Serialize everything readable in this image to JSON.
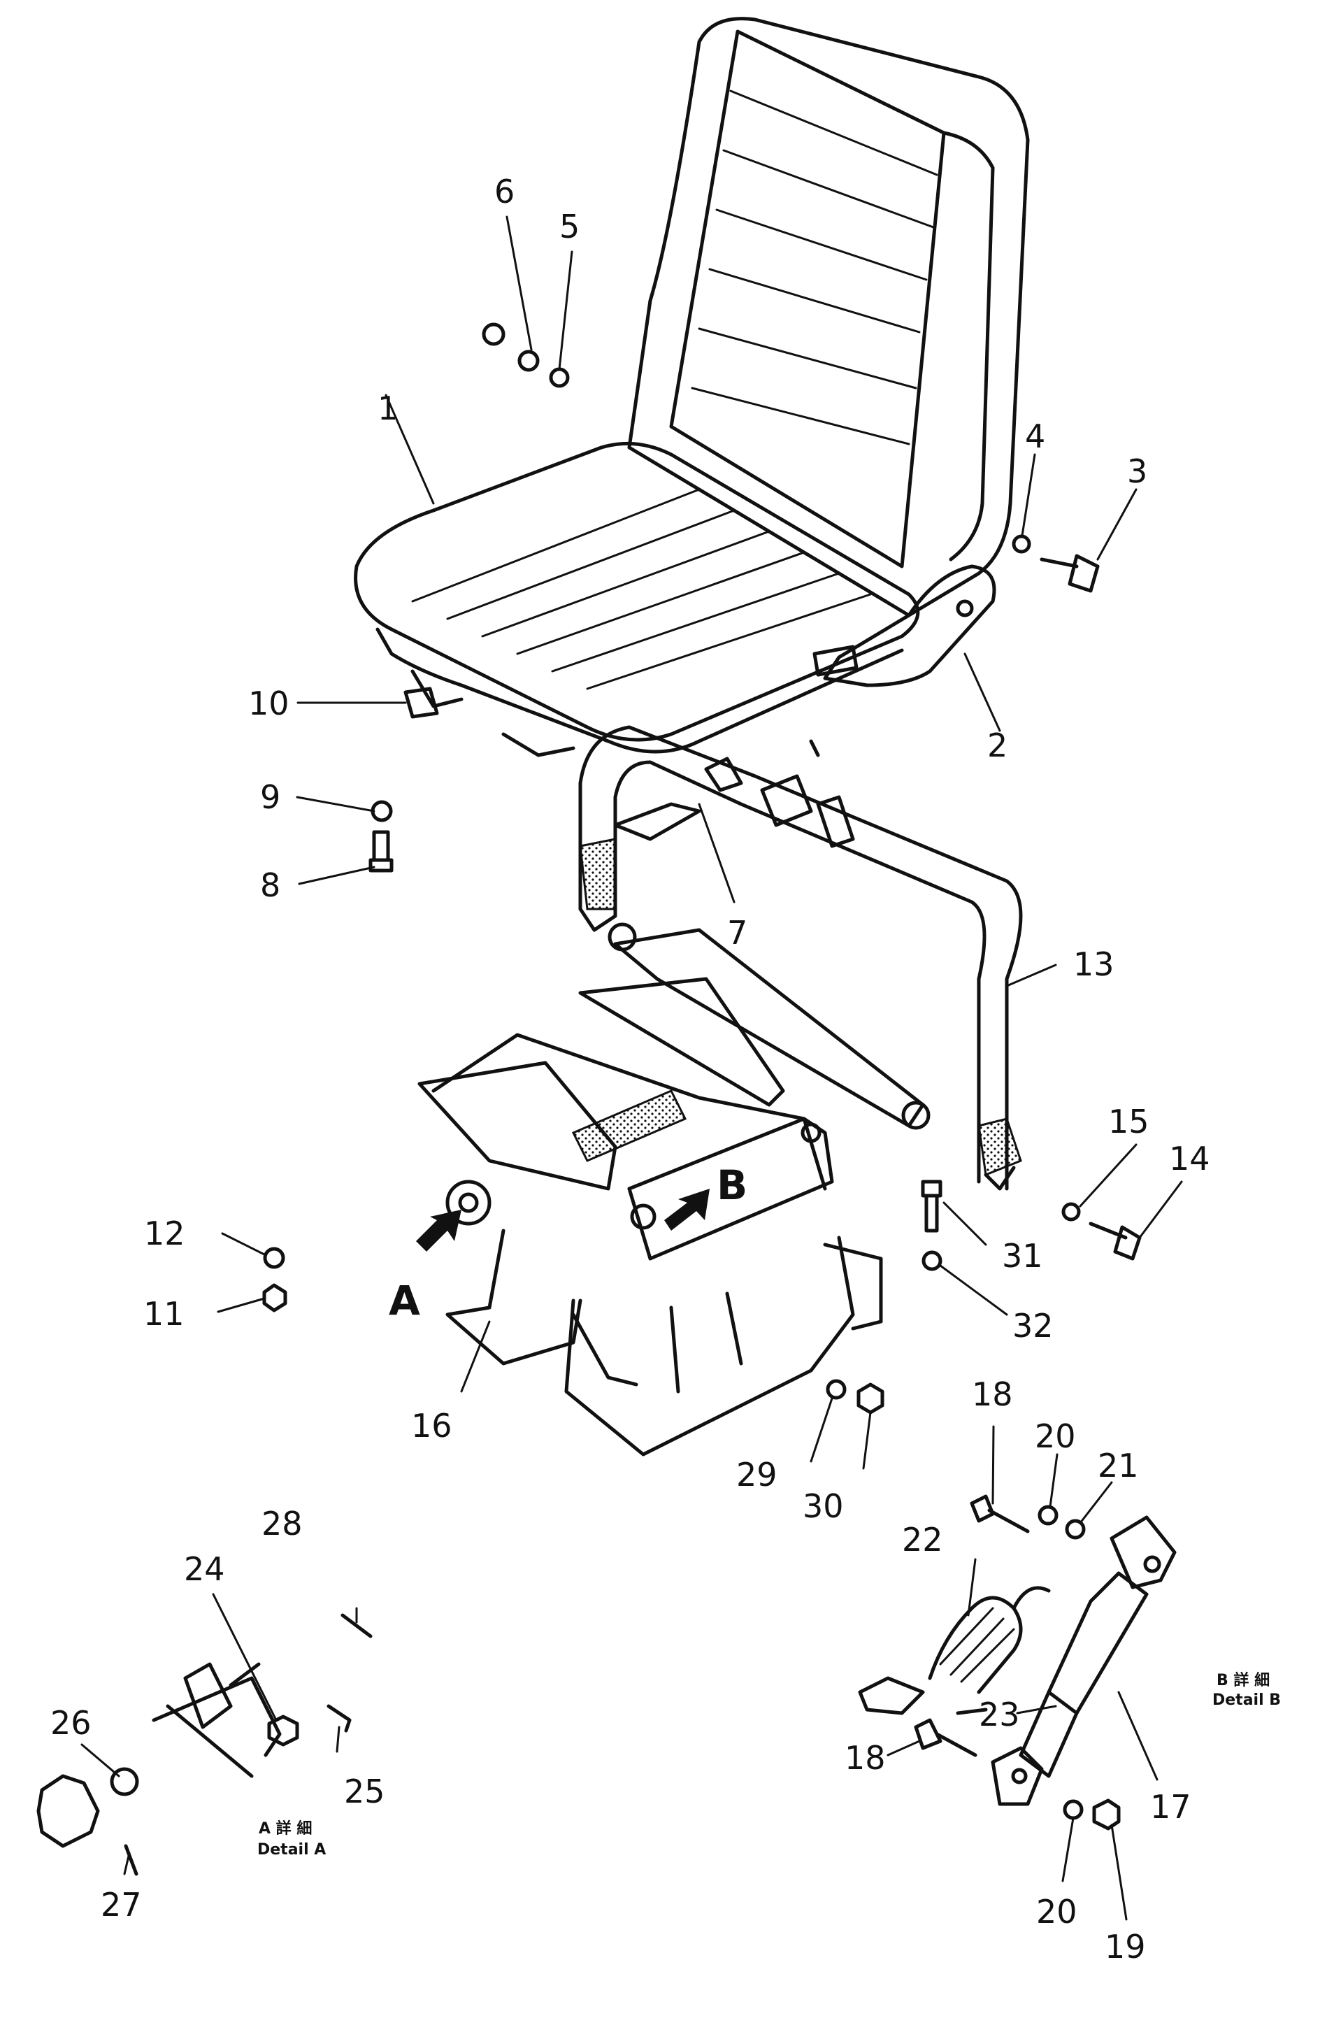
{
  "callouts": {
    "c1": "1",
    "c2": "2",
    "c3": "3",
    "c4": "4",
    "c5": "5",
    "c6": "6",
    "c7": "7",
    "c8": "8",
    "c9": "9",
    "c10": "10",
    "c11": "11",
    "c12": "12",
    "c13": "13",
    "c14": "14",
    "c15": "15",
    "c16": "16",
    "c17": "17",
    "c18a": "18",
    "c18b": "18",
    "c19": "19",
    "c20a": "20",
    "c20b": "20",
    "c21": "21",
    "c22": "22",
    "c23": "23",
    "c24": "24",
    "c25": "25",
    "c26": "26",
    "c27": "27",
    "c28": "28",
    "c29": "29",
    "c30": "30",
    "c31": "31",
    "c32": "32"
  },
  "view_arrows": {
    "a": "A",
    "b": "B"
  },
  "details": {
    "a_japanese": "A 詳 細",
    "a_english": "Detail A",
    "b_japanese": "B 詳 細",
    "b_english": "Detail B"
  }
}
